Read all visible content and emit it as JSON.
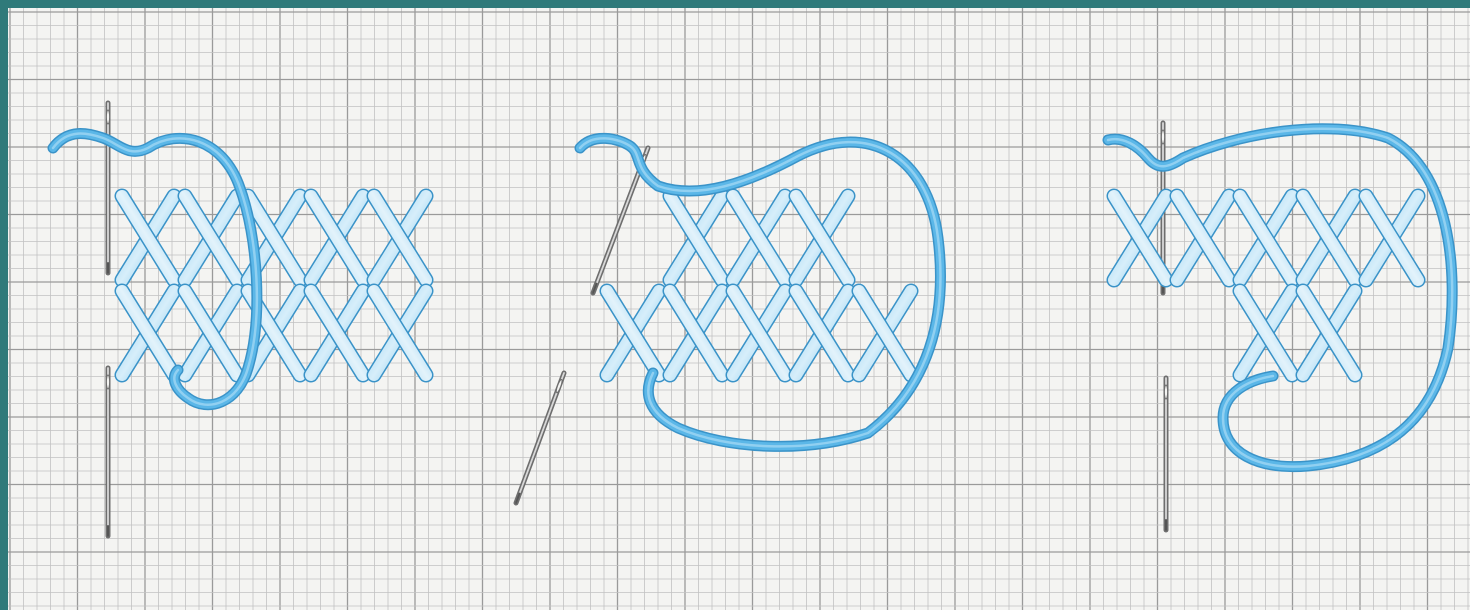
{
  "colors": {
    "frame": "#2f7a7a",
    "paper": "#f4f4f2",
    "grid_line": "#c2c2c2",
    "grid_line_bold": "#9a9a9a",
    "thread": "#5bb7e8",
    "thread_light": "#cfeaf8",
    "thread_edge": "#3a93c8",
    "needle": "#8a8a8a",
    "needle_shine": "#d8d8d8"
  },
  "icons": {
    "needle": "needle-icon",
    "cross_stitch": "cross-stitch-icon",
    "thread": "thread-icon"
  },
  "panels": [
    {
      "id": "step-1",
      "rows": [
        5,
        5
      ]
    },
    {
      "id": "step-2",
      "rows": [
        3,
        5
      ]
    },
    {
      "id": "step-3",
      "rows": [
        5,
        2
      ]
    }
  ]
}
